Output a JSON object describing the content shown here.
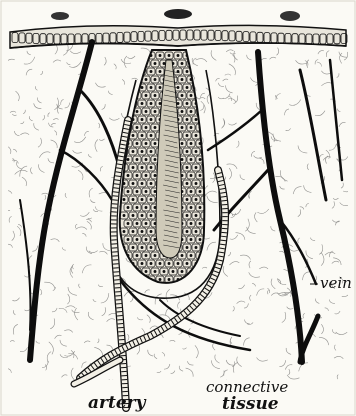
{
  "labels": {
    "vein": "vein",
    "artery": "artery",
    "connective_line1": "connective",
    "connective_line2": "tissue"
  },
  "colors": {
    "ink": "#111111",
    "paper": "#fbfaf5"
  }
}
